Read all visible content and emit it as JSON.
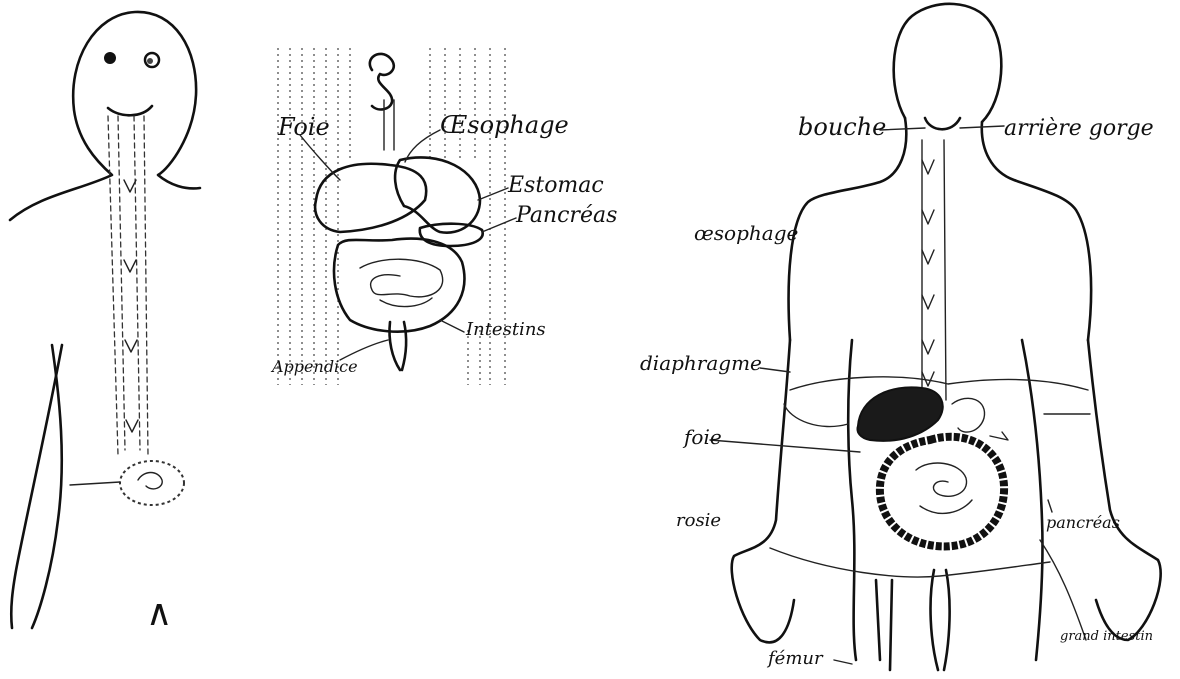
{
  "figure_a": {
    "label": "∧"
  },
  "figure_b": {
    "labels": {
      "foie": "Foie",
      "oesophage": "Œsophage",
      "estomac": "Estomac",
      "pancreas": "Pancréas",
      "intestins": "Intestins",
      "appendice": "Appendice"
    }
  },
  "figure_c": {
    "labels": {
      "bouche": "bouche",
      "arriere_gorge": "arrière gorge",
      "oesophage": "œsophage",
      "diaphragme": "diaphragme",
      "foie": "foie",
      "rosie": "rosie",
      "pancreas": "pancréas",
      "gros_intestin": "grand intestin",
      "femur": "fémur"
    }
  }
}
